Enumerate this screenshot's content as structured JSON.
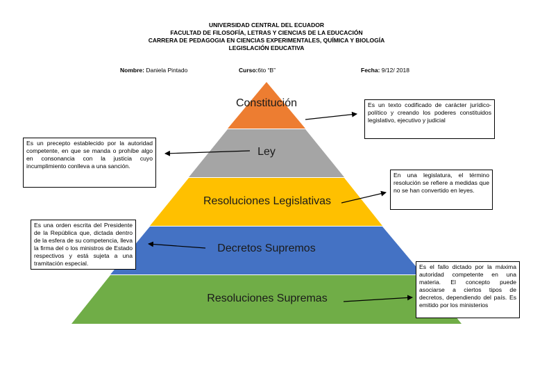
{
  "header": {
    "line1": "UNIVERSIDAD CENTRAL DEL ECUADOR",
    "line2": "FACULTAD DE FILOSOFÍA, LETRAS Y CIENCIAS DE LA EDUCACIÓN",
    "line3": "CARRERA DE PEDAGOGIA EN CIENCIAS EXPERIMENTALES, QUÍMICA Y BIOLOGÍA",
    "line4": "LEGISLACIÓN EDUCATIVA"
  },
  "meta": {
    "nombre_label": "Nombre:",
    "nombre_value": "Daniela Pintado",
    "curso_label": "Curso:",
    "curso_value": "6to “B”",
    "fecha_label": "Fecha:",
    "fecha_value": "9/12/ 2018"
  },
  "pyramid": {
    "levels": [
      {
        "label": "Constitución",
        "color": "#ED7D31"
      },
      {
        "label": "Ley",
        "color": "#A5A5A5"
      },
      {
        "label": "Resoluciones Legislativas",
        "color": "#FFC000"
      },
      {
        "label": "Decretos Supremos",
        "color": "#4472C4"
      },
      {
        "label": "Resoluciones Supremas",
        "color": "#70AD47"
      }
    ]
  },
  "notes": {
    "constitucion": "Es un texto codificado de carácter jurídico-político y creando los poderes constituidos legislativo, ejecutivo y judicial",
    "ley": "Es un precepto establecido por la autoridad competente, en que se manda o prohíbe algo en consonancia con la justicia cuyo incumplimiento conlleva a una sanción.",
    "resoluciones_legislativas": "En una legislatura, el término resolución se refiere a medidas que no se han convertido en leyes.",
    "decretos_supremos": "Es una orden escrita del Presidente de la República que, dictada dentro de la esfera de su competencia, lleva la firma del o los ministros de Estado respectivos y está sujeta a una tramitación especial.",
    "resoluciones_supremas": "Es el fallo dictado por la máxima autoridad competente en una materia. El concepto puede asociarse a ciertos tipos de decretos, dependiendo del país. Es emitido por los ministerios"
  }
}
